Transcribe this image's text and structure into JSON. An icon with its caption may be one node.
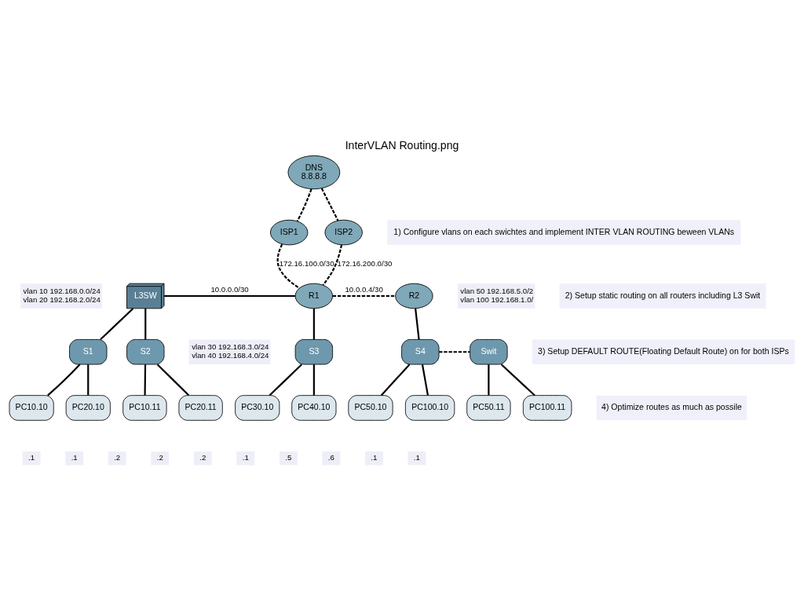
{
  "diagram": {
    "title": "InterVLAN Routing.png",
    "nodes": [
      {
        "text": [
          "DNS",
          "8.8.8.8"
        ]
      },
      {
        "text": [
          "ISP1"
        ]
      },
      {
        "text": [
          "ISP2"
        ]
      },
      {
        "text": [
          "L3SW"
        ],
        "beside": [
          "vlan 10 192.168.0.0/24",
          "vlan 20 192.168.2.0/24"
        ]
      },
      {
        "text": [
          "R1"
        ],
        "beside": [
          "vlan 30 192.168.3.0/24",
          "vlan 40 192.168.4.0/24"
        ]
      },
      {
        "text": [
          "R2"
        ],
        "beside": [
          "vlan 50 192.168.5.0/2",
          "vlan 100 192.168.1.0/"
        ]
      },
      {
        "text": [
          "S1"
        ]
      },
      {
        "text": [
          "S2"
        ]
      },
      {
        "text": [
          "S3"
        ]
      },
      {
        "text": [
          "S4"
        ]
      },
      {
        "text": [
          "Swit"
        ]
      },
      {
        "text": [
          "PC10.10"
        ]
      },
      {
        "text": [
          "PC20.10"
        ]
      },
      {
        "text": [
          "PC10.11"
        ]
      },
      {
        "text": [
          "PC20.11"
        ]
      },
      {
        "text": [
          "PC30.10"
        ]
      },
      {
        "text": [
          "PC40.10"
        ]
      },
      {
        "text": [
          "PC50.10"
        ]
      },
      {
        "text": [
          "PC100.10"
        ]
      },
      {
        "text": [
          "PC50.11"
        ]
      },
      {
        "text": [
          "PC100.11"
        ]
      }
    ],
    "edges": [
      {
        "from": 0,
        "to": 1,
        "arrow": "none",
        "style": "dashed"
      },
      {
        "from": 0,
        "to": 2,
        "arrow": "none",
        "style": "dashed"
      },
      {
        "from": 1,
        "to": 4,
        "arrow": "none",
        "style": "dashed",
        "label": "172.16.100.0/30"
      },
      {
        "from": 2,
        "to": 4,
        "arrow": "none",
        "style": "dashed",
        "label": "172.16.200.0/30"
      },
      {
        "from": 3,
        "to": 4,
        "arrow": "none",
        "label": "10.0.0.0/30"
      },
      {
        "from": 4,
        "to": 5,
        "arrow": "none",
        "style": "dashed",
        "label": "10.0.0.4/30"
      },
      {
        "from": 3,
        "to": 6,
        "arrow": "none"
      },
      {
        "from": 3,
        "to": 7,
        "arrow": "none"
      },
      {
        "from": 4,
        "to": 8,
        "arrow": "none"
      },
      {
        "from": 5,
        "to": 9,
        "arrow": "none"
      },
      {
        "from": 9,
        "to": 10,
        "arrow": "none",
        "style": "dashed"
      },
      {
        "from": 6,
        "to": 11,
        "arrow": "none"
      },
      {
        "from": 6,
        "to": 12,
        "arrow": "none"
      },
      {
        "from": 7,
        "to": 13,
        "arrow": "none"
      },
      {
        "from": 7,
        "to": 14,
        "arrow": "none"
      },
      {
        "from": 8,
        "to": 15,
        "arrow": "none"
      },
      {
        "from": 8,
        "to": 16,
        "arrow": "none"
      },
      {
        "from": 9,
        "to": 17,
        "arrow": "none"
      },
      {
        "from": 9,
        "to": 18,
        "arrow": "none"
      },
      {
        "from": 10,
        "to": 19,
        "arrow": "none"
      },
      {
        "from": 10,
        "to": 20,
        "arrow": "none"
      }
    ],
    "labels": [
      "1) Configure vlans on each swichtes and implement INTER VLAN ROUTING beween VLANs",
      "2) Setup static routing on all routers including L3 Swit",
      "3) Setup DEFAULT ROUTE(Floating Default Route) on for both ISPs",
      "4) Optimize routes as much as possile",
      ".1",
      ".1",
      ".2",
      ".2",
      ".2",
      ".1",
      ".5",
      ".6",
      ".1",
      ".1"
    ]
  }
}
